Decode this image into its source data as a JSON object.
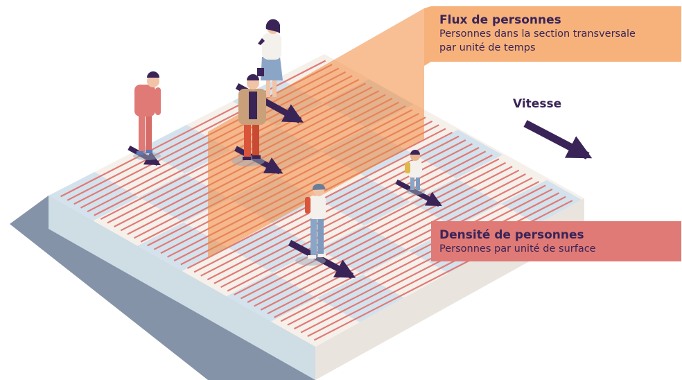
{
  "labels": {
    "flow": {
      "title": "Flux de personnes",
      "line1": "Personnes dans la section transversale",
      "line2": "par unité de temps"
    },
    "speed": "Vitesse",
    "density": {
      "title": "Densité de personnes",
      "line1": "Personnes par unité de surface"
    }
  },
  "colors": {
    "text": "#3a2457",
    "arrow": "#3a2457",
    "flow_panel": "#f7b27c",
    "density_panel": "#e07a76",
    "stripe": "#e07a76",
    "platform_top": "#f6f0ea",
    "platform_side_left": "#cfdde5",
    "platform_side_right": "#e9e4de",
    "shadow": "#8493a8",
    "tile_blue": "#d3e2ec",
    "section_plane": "#f28a3e"
  },
  "figures": [
    {
      "name": "person-pink-tracksuit"
    },
    {
      "name": "person-woman-skirt"
    },
    {
      "name": "person-man-jacket"
    },
    {
      "name": "person-child"
    },
    {
      "name": "person-cap-backpack"
    }
  ]
}
